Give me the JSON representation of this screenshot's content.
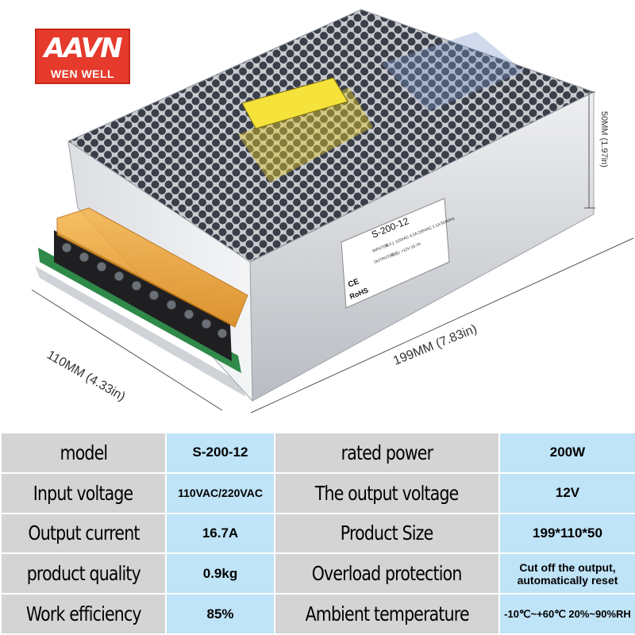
{
  "brand": {
    "logo_mark": "AAVN",
    "logo_name": "WEN  WELL"
  },
  "product_labels": {
    "model_plate": "S-200-12",
    "input_line": "INPUT(输入): 115VAC 4.2A 230VAC 2.1A 50/60Hz",
    "output_line": "OUTPUT(输出): +12V 16.7A",
    "ce": "CE",
    "rohs": "RoHS"
  },
  "dimensions": {
    "height": "50MM  (1.97in)",
    "length": "199MM  (7.83in)",
    "width": "110MM  (4.33in)"
  },
  "specs": [
    {
      "label": "model",
      "value": "S-200-12",
      "label2": "rated power",
      "value2": "200W"
    },
    {
      "label": "Input voltage",
      "value": "110VAC/220VAC",
      "label2": "The output voltage",
      "value2": "12V"
    },
    {
      "label": "Output current",
      "value": "16.7A",
      "label2": "Product Size",
      "value2": "199*110*50"
    },
    {
      "label": "product quality",
      "value": "0.9kg",
      "label2": "Overload protection",
      "value2": "Cut off the output, automatically reset"
    },
    {
      "label": "Work efficiency",
      "value": "85%",
      "label2": "Ambient temperature",
      "value2": "-10℃~+60℃ 20%~90%RH"
    }
  ],
  "colors": {
    "label_cell": "#d4d4d4",
    "value_cell": "#bfe3f7",
    "logo_red": "#e53a2c",
    "terminal_orange": "#e8961e"
  }
}
